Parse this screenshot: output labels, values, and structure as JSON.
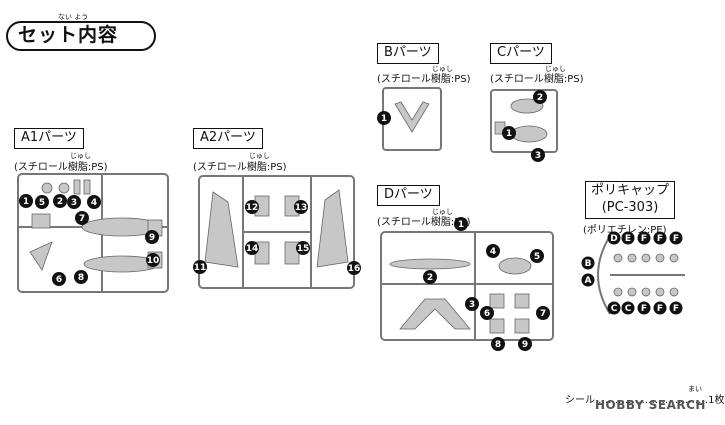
{
  "header": {
    "title": "セット内容",
    "title_ruby": "ない よう"
  },
  "sections": {
    "a1": {
      "label": "A1パーツ",
      "material": "(スチロール樹脂:PS)",
      "ruby": "じゅし",
      "numbers": [
        "1",
        "5",
        "2",
        "3",
        "4",
        "7",
        "9",
        "10",
        "6",
        "8"
      ]
    },
    "a2": {
      "label": "A2パーツ",
      "material": "(スチロール樹脂:PS)",
      "ruby": "じゅし",
      "numbers": [
        "12",
        "13",
        "14",
        "15",
        "11",
        "16"
      ]
    },
    "b": {
      "label": "Bパーツ",
      "material": "(スチロール樹脂:PS)",
      "ruby": "じゅし",
      "numbers": [
        "1"
      ]
    },
    "c": {
      "label": "Cパーツ",
      "material": "(スチロール樹脂:PS)",
      "ruby": "じゅし",
      "numbers": [
        "2",
        "1",
        "3"
      ]
    },
    "d": {
      "label": "Dパーツ",
      "material": "(スチロール樹脂:PS)",
      "ruby": "じゅし",
      "numbers": [
        "1",
        "4",
        "5",
        "2",
        "3",
        "6",
        "7",
        "8",
        "9"
      ]
    },
    "poly": {
      "label": "ポリキャップ",
      "label2": "(PC-303)",
      "material": "(ポリエチレン:PE)",
      "letters": [
        "D",
        "E",
        "F",
        "F",
        "F",
        "B",
        "A",
        "C",
        "C",
        "F",
        "F",
        "F"
      ]
    }
  },
  "footer": {
    "text": "シール ……………………………1枚",
    "ruby": "まい"
  },
  "watermark": "HOBBY SEARCH"
}
